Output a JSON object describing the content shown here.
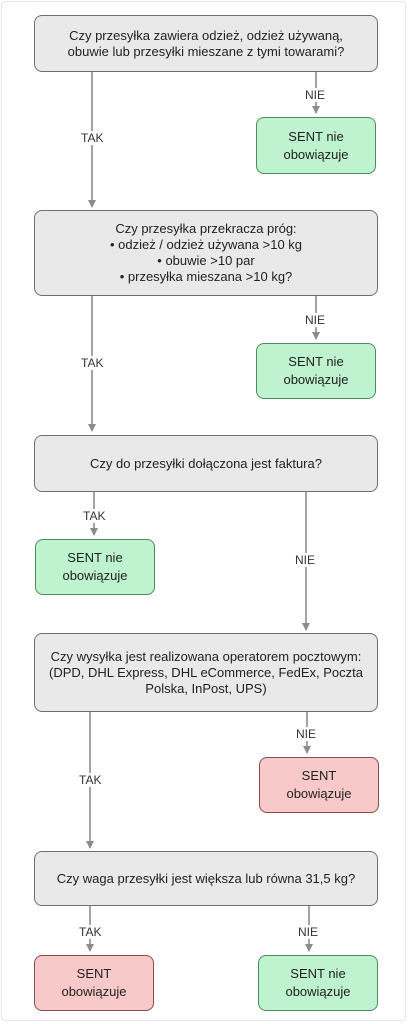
{
  "questions": [
    "Czy przesyłka zawiera odzież, odzież używaną,\nobuwie lub przesyłki mieszane z tymi towarami?",
    "Czy przesyłka przekracza próg:\n• odzież / odzież używana >10 kg\n• obuwie >10 par\n• przesyłka mieszana >10 kg?",
    "Czy do przesyłki dołączona jest faktura?",
    "Czy wysyłka jest realizowana operatorem pocztowym:\n(DPD, DHL Express, DHL eCommerce, FedEx, Poczta\nPolska, InPost, UPS)",
    "Czy waga przesyłki jest większa lub równa 31,5 kg?"
  ],
  "results": {
    "not_applicable": "SENT nie\nobowiązuje",
    "applicable": "SENT\nobowiązuje"
  },
  "edge_labels": {
    "yes": "TAK",
    "no": "NIE"
  },
  "colors": {
    "question_fill": "#e9e9e9",
    "not_applicable_fill": "#bff2cf",
    "applicable_fill": "#f8c9c9",
    "arrow": "#8c8c8c"
  }
}
